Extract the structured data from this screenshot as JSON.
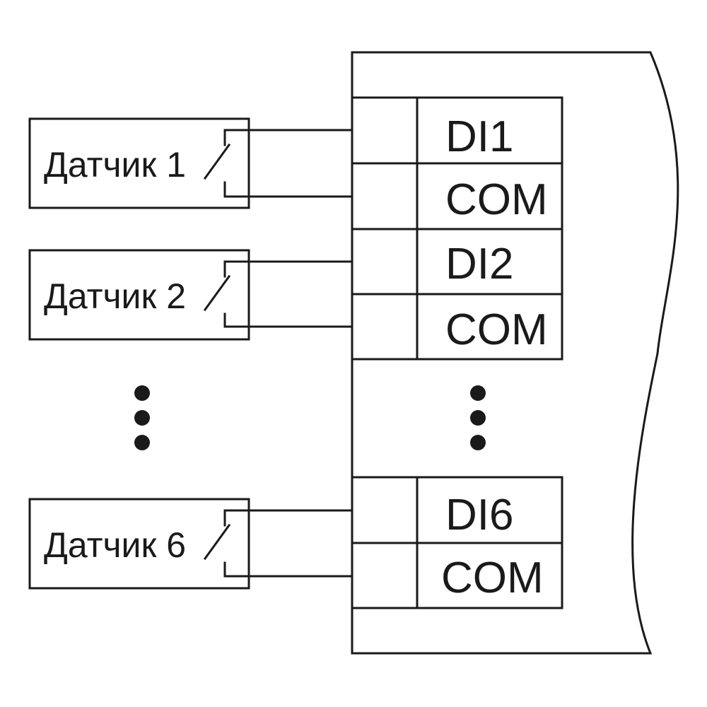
{
  "sensors": [
    {
      "label": "Датчик 1"
    },
    {
      "label": "Датчик 2"
    },
    {
      "label": "Датчик 6"
    }
  ],
  "terminals": [
    {
      "label": "DI1"
    },
    {
      "label": "COM"
    },
    {
      "label": "DI2"
    },
    {
      "label": "COM"
    },
    {
      "label": "DI6"
    },
    {
      "label": "COM"
    }
  ]
}
